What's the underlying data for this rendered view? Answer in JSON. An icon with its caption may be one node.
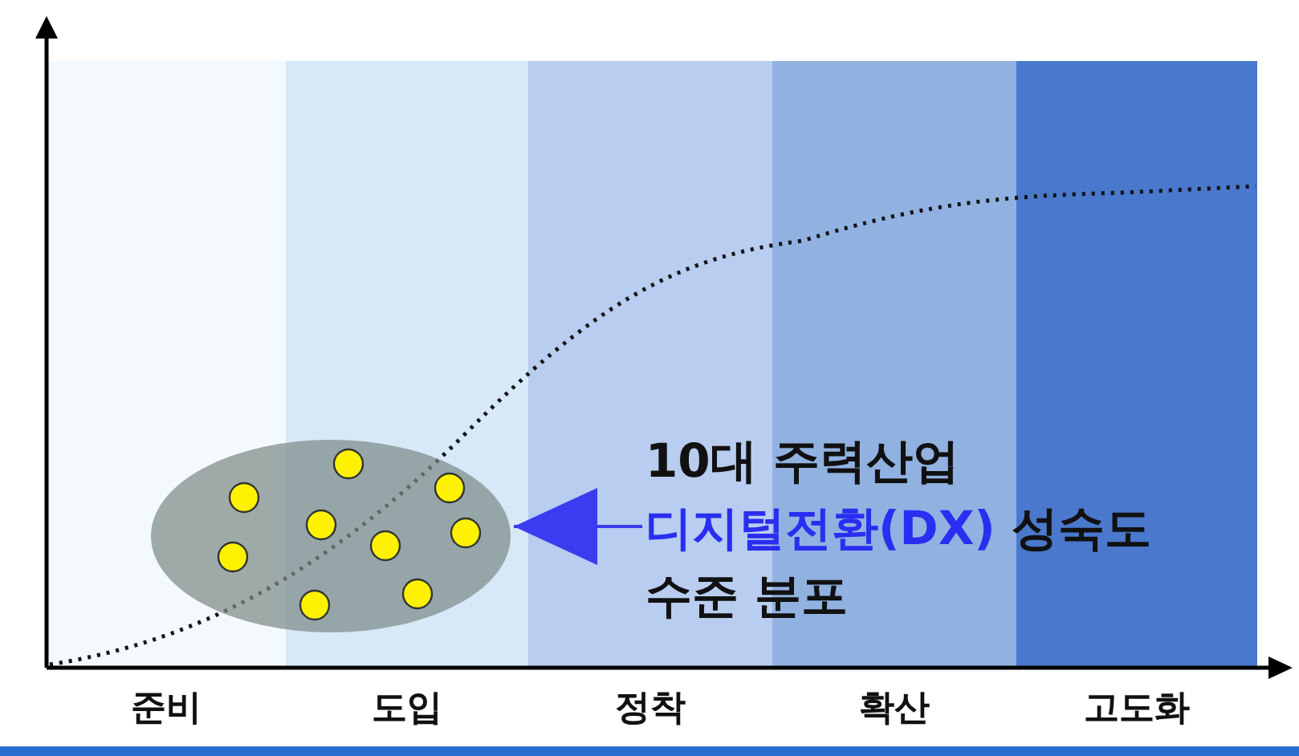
{
  "diagram": {
    "nodes": [
      {
        "text": [
          "준비"
        ]
      },
      {
        "text": [
          "도입"
        ]
      },
      {
        "text": [
          "정착"
        ]
      },
      {
        "text": [
          "확산"
        ]
      },
      {
        "text": [
          "고도화"
        ]
      },
      {
        "text": [],
        "shape": "ellipse"
      },
      {
        "text": [
          "10대 주력산업",
          "디지털전환(DX)",
          "성숙도 수준 분포"
        ]
      }
    ],
    "edges": [
      {
        "from": 6,
        "to": 5,
        "arrow": "to",
        "color": "#3a3cf0"
      }
    ]
  }
}
